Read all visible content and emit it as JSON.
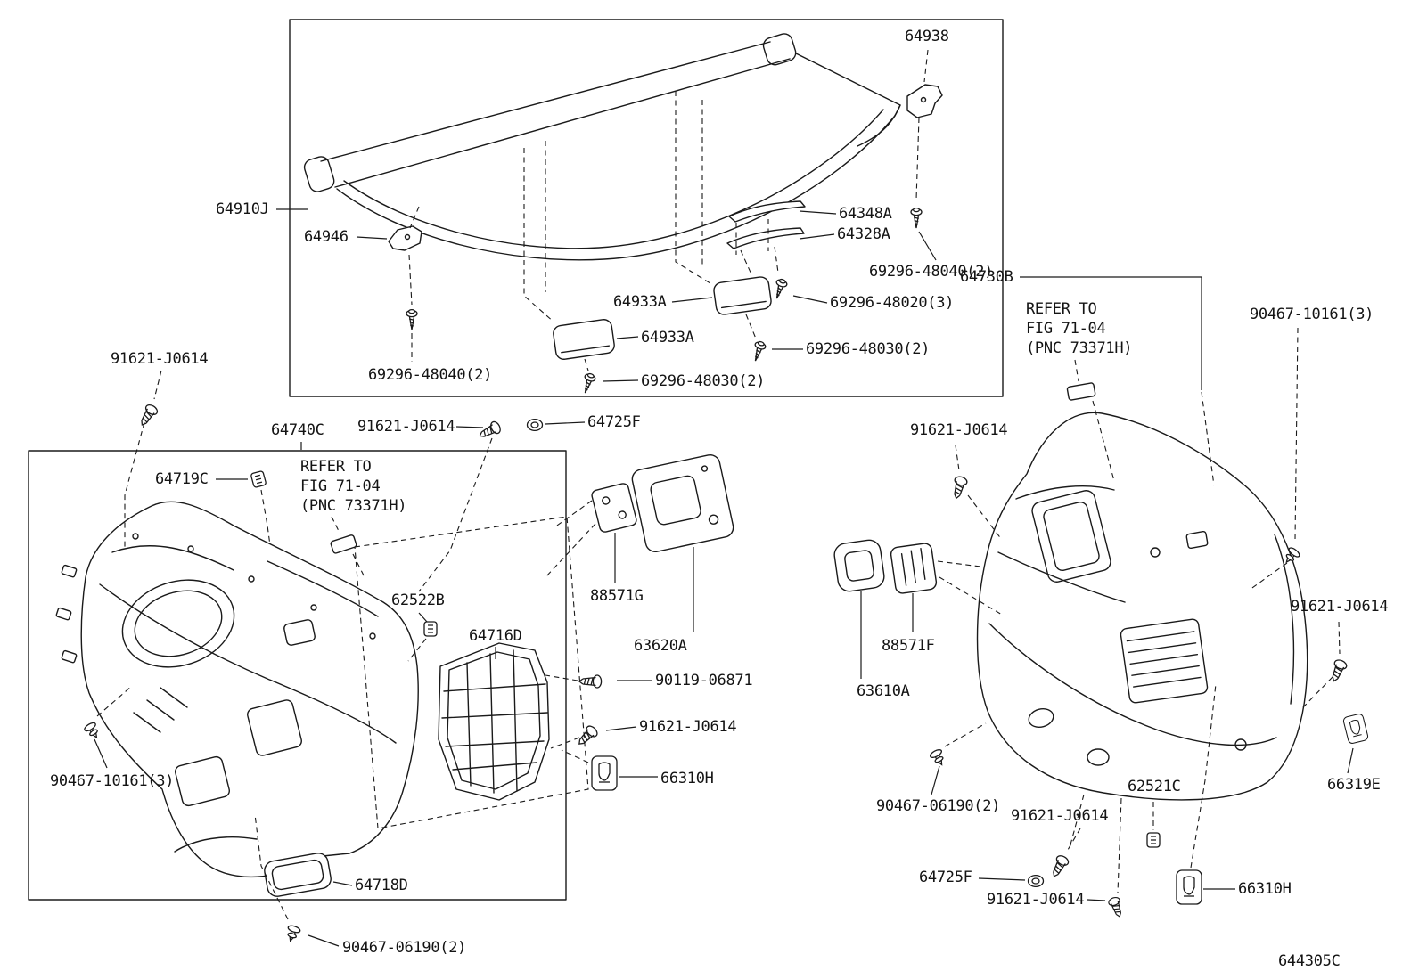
{
  "colors": {
    "ink": "#1a1a1a",
    "paper": "#ffffff"
  },
  "code": "644305C",
  "note": {
    "line1": "REFER TO",
    "line2": "FIG 71-04",
    "line3": "(PNC 73371H)"
  },
  "parts": {
    "64910J": "64910J",
    "64938": "64938",
    "64946": "64946",
    "64348A": "64348A",
    "64328A": "64328A",
    "64933A": "64933A",
    "69296-48040(2)": "69296-48040(2)",
    "69296-48020(3)": "69296-48020(3)",
    "69296-48030(2)": "69296-48030(2)",
    "91621-J0614": "91621-J0614",
    "64740C": "64740C",
    "64725F": "64725F",
    "64719C": "64719C",
    "64730B": "64730B",
    "90467-10161(3)": "90467-10161(3)",
    "62522B": "62522B",
    "64716D": "64716D",
    "88571G": "88571G",
    "63620A": "63620A",
    "90119-06871": "90119-06871",
    "66310H": "66310H",
    "90467-06190(2)": "90467-06190(2)",
    "64718D": "64718D",
    "88571F": "88571F",
    "63610A": "63610A",
    "62521C": "62521C",
    "66319E": "66319E"
  }
}
